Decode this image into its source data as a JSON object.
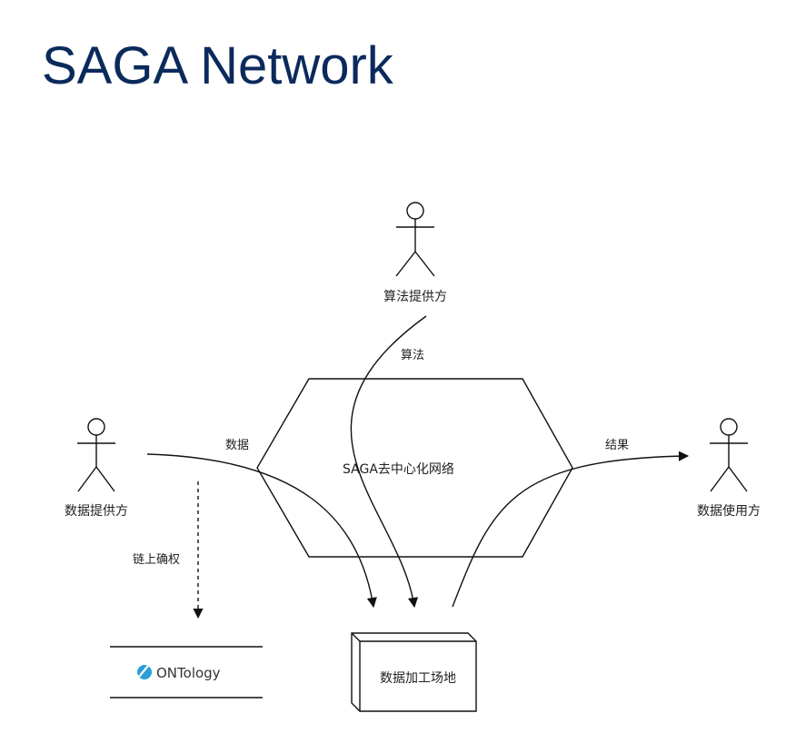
{
  "title": "SAGA Network",
  "actors": {
    "algorithm_provider": "算法提供方",
    "data_provider": "数据提供方",
    "data_user": "数据使用方"
  },
  "network_label": "SAGA去中心化网络",
  "processing_site_label": "数据加工场地",
  "edge_labels": {
    "algorithm": "算法",
    "data": "数据",
    "result": "结果",
    "onchain_rights": "链上确权"
  },
  "ontology_logo_text": "ONTology",
  "colors": {
    "title": "#0b2a5c",
    "line": "#111111",
    "ont_logo": "#2a9fd6"
  }
}
